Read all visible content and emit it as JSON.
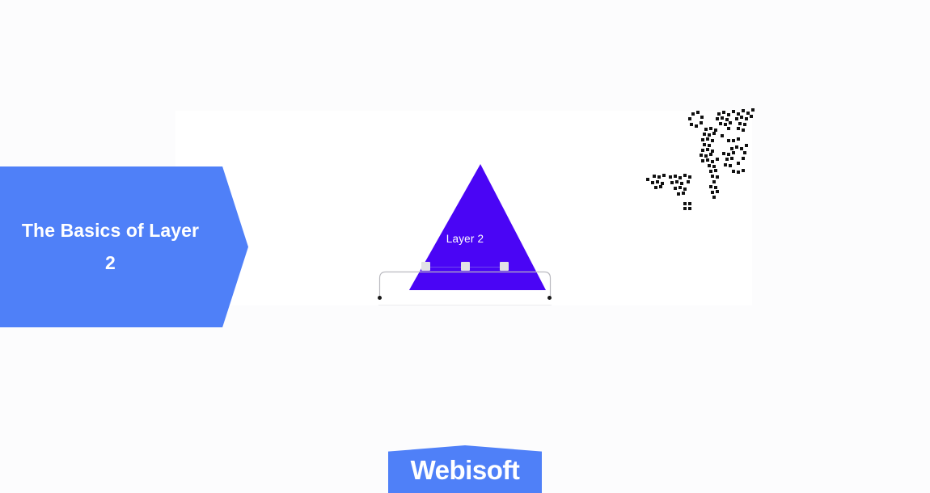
{
  "background_color": "#fcfcfd",
  "panel": {
    "background_color": "#ffffff"
  },
  "title_banner": {
    "text": "The Basics of Layer 2",
    "color": "#4f80f8",
    "text_color": "#ffffff"
  },
  "diagram": {
    "pyramid_label": "Layer 2",
    "pyramid_color": "#4a05f5",
    "node_color": "#e2e2e5",
    "node_count": 3,
    "bracket_color": "#b9b9bf",
    "dot_color": "#1a1a1a"
  },
  "decoration": {
    "dot_pattern_name": "halftone-dot-cluster",
    "dot_color": "#111111"
  },
  "brand": {
    "name": "Webisoft",
    "color": "#4f80f8",
    "text_color": "#ffffff"
  }
}
